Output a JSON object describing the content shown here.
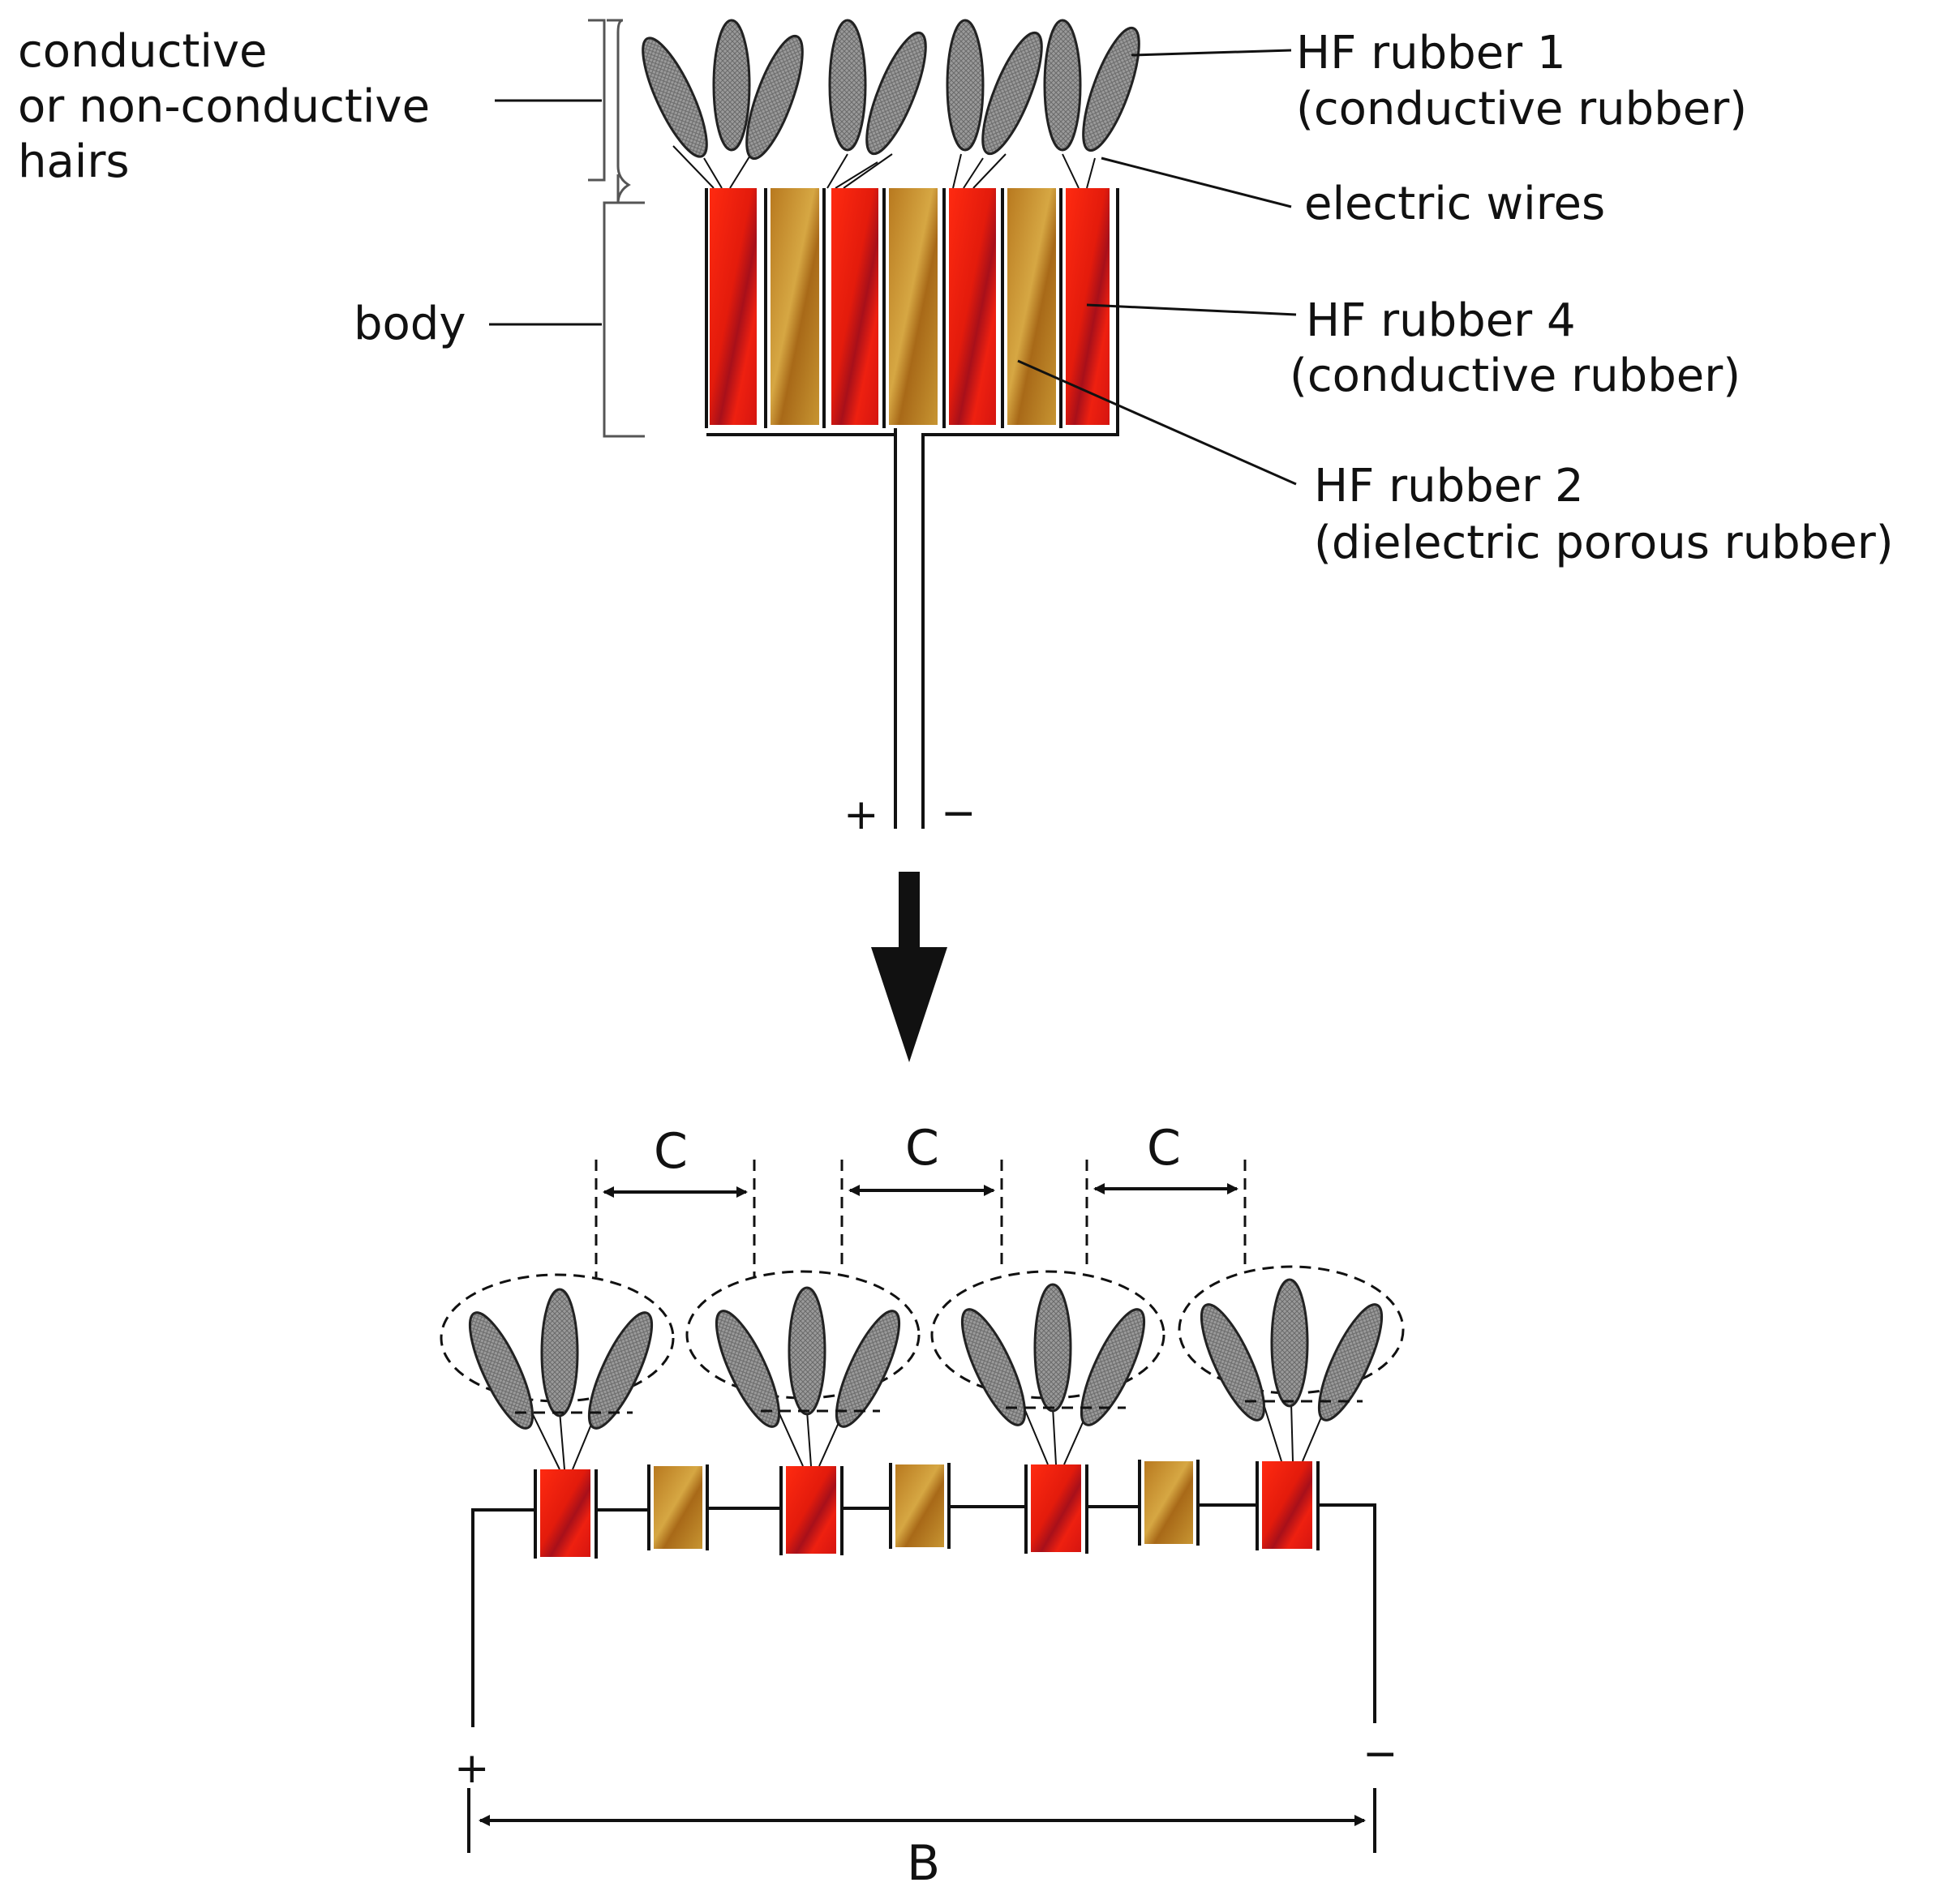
{
  "labels": {
    "hairs_line1": "conductive",
    "hairs_line2": "or non-conductive",
    "hairs_line3": "hairs",
    "body": "body",
    "hf1_line1": "HF rubber 1",
    "hf1_line2": "(conductive rubber)",
    "wires": "electric wires",
    "hf4_line1": "HF rubber 4",
    "hf4_line2": "(conductive rubber)",
    "hf2_line1": "HF rubber 2",
    "hf2_line2": "(dielectric porous rubber)"
  },
  "terminals": {
    "top_plus": "+",
    "top_minus": "−",
    "bottom_plus": "+",
    "bottom_minus": "−"
  },
  "dimensions": {
    "c_label": "C",
    "b_label": "B"
  },
  "colors": {
    "conductive_rubber": "#e8190f",
    "dielectric_rubber": "#c4912e",
    "hair": "#8a8a8a"
  }
}
